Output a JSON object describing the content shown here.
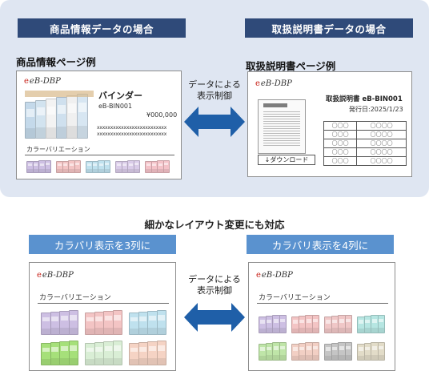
{
  "top": {
    "product_header": "商品情報データの場合",
    "manual_header": "取扱説明書データの場合",
    "product_section_title": "商品情報ページ例",
    "manual_section_title": "取扱説明書ページ例",
    "arrow_label_1": "データによる",
    "arrow_label_2": "表示制御"
  },
  "logo": {
    "mark": "e",
    "text": "eB-DBP"
  },
  "product_card": {
    "name": "バインダー",
    "code": "eB-BIN001",
    "price": "¥000,000",
    "desc_line_1": "xxxxxxxxxxxxxxxxxxxxxxxxxx",
    "desc_line_2": "xxxxxxxxxxxxxxxxxxxxxxxxxx",
    "variation_label": "カラーバリエーション"
  },
  "manual_card": {
    "title": "取扱説明書 eB-BIN001",
    "issue_date": "発行日:2025/1/23",
    "download_label": "↓ダウンロード",
    "table_rows": [
      [
        "〇〇〇",
        "〇〇〇〇"
      ],
      [
        "〇〇〇",
        "〇〇〇〇"
      ],
      [
        "〇〇〇",
        "〇〇〇〇"
      ],
      [
        "〇〇〇",
        "〇〇〇〇"
      ],
      [
        "〇〇〇",
        "〇〇〇〇"
      ]
    ]
  },
  "bottom": {
    "title": "細かなレイアウト変更にも対応",
    "three_col_header": "カラバリ表示を3列に",
    "four_col_header": "カラバリ表示を4列に",
    "variation_label": "カラーバリエーション",
    "arrow_label_1": "データによる",
    "arrow_label_2": "表示制御"
  },
  "colors": {
    "panel_bg": "#dfe6f2",
    "dark_header": "#2f4a79",
    "light_header": "#5a92cf",
    "arrow": "#1f5fa8",
    "logo_red": "#c8261d"
  },
  "swatches": {
    "top_row": [
      "#cdbfe3",
      "#f3c4c4",
      "#bfe1ee",
      "#d9cbe8",
      "#f4c2c8"
    ],
    "three_col": [
      "#cdbfe3",
      "#f3c4c4",
      "#bfe1ee",
      "#a6e07a",
      "#d9eed5",
      "#f5d3c4"
    ],
    "four_col": [
      "#cdbfe3",
      "#f3c4c4",
      "#f0c7c7",
      "#b6e6e2",
      "#bfe5a8",
      "#f2cfc4",
      "#c5c5c5",
      "#e2dcc8"
    ]
  }
}
